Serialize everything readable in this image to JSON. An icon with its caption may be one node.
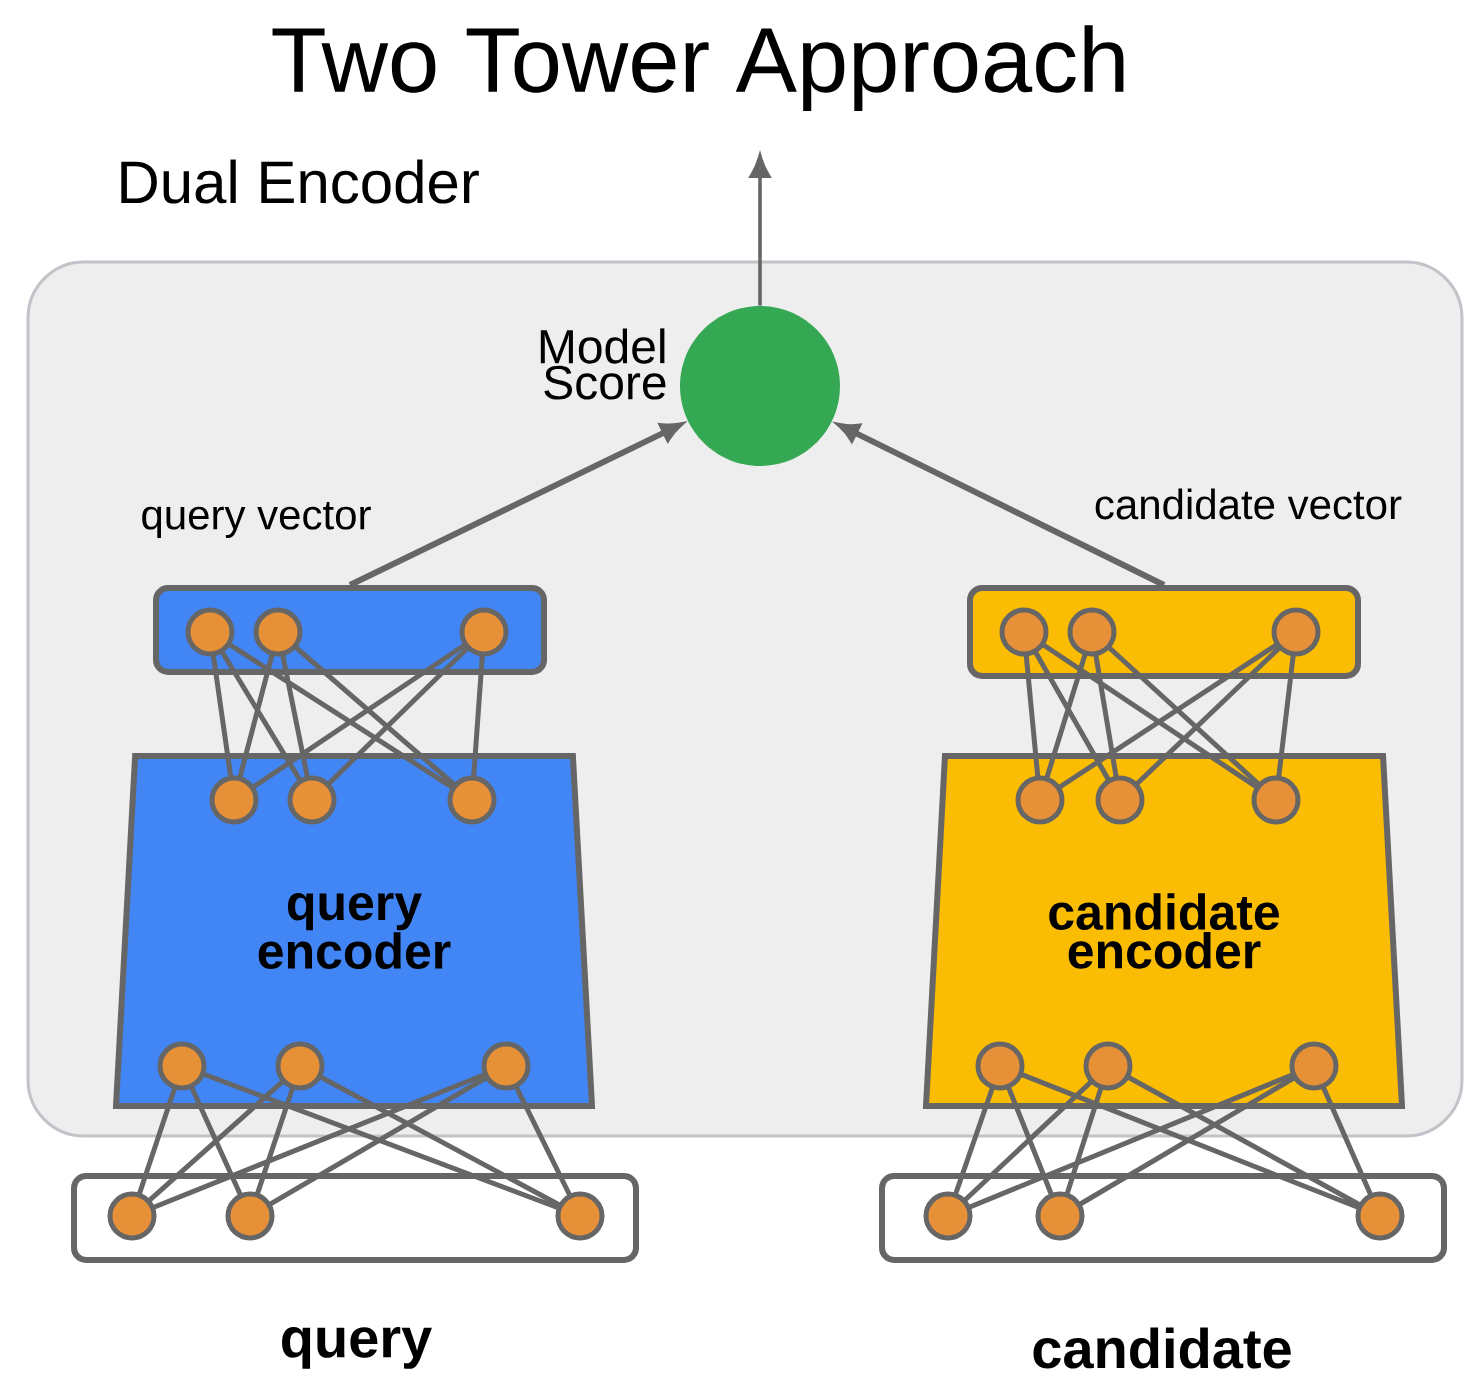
{
  "diagram": {
    "title": "Two Tower Approach",
    "nodes": [
      {
        "text": [
          "Dual Encoder"
        ]
      },
      {
        "text": [],
        "shape": "circle",
        "beside": [
          "Model Score"
        ],
        "in": 0
      },
      {
        "text": [],
        "shape": "box",
        "beside": [
          "query vector"
        ],
        "in": 0
      },
      {
        "text": [
          "query encoder"
        ],
        "in": 0
      },
      {
        "text": [],
        "shape": "box",
        "beside": [
          "query"
        ]
      },
      {
        "text": [],
        "shape": "box",
        "beside": [
          "candidate vector"
        ],
        "in": 0
      },
      {
        "text": [
          "candidate encoder"
        ],
        "in": 0
      },
      {
        "text": [],
        "shape": "box",
        "beside": [
          "candidate"
        ]
      }
    ],
    "edges": [
      {
        "from": 1,
        "to": null,
        "arrow": "to"
      },
      {
        "from": 2,
        "to": 1,
        "arrow": "to"
      },
      {
        "from": 5,
        "to": 1,
        "arrow": "to"
      }
    ]
  }
}
